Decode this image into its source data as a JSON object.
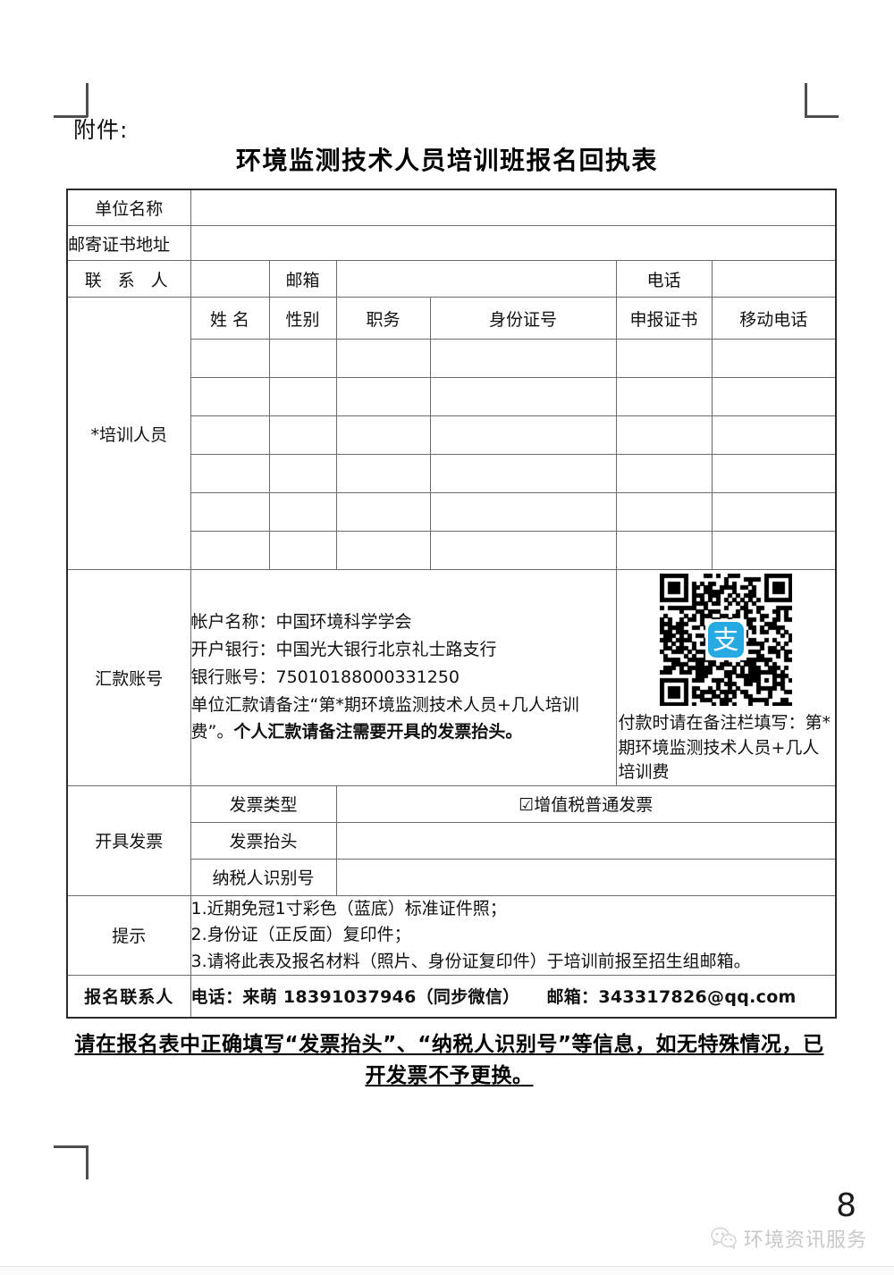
{
  "document": {
    "attachment_label": "附件:",
    "title": "环境监测技术人员培训班报名回执表"
  },
  "form": {
    "unit_name_label": "单位名称",
    "mail_address_label": "邮寄证书地址",
    "contact_label": "联 系 人",
    "email_label": "邮箱",
    "phone_label": "电话",
    "trainee_label": "*培训人员",
    "trainee_columns": [
      "姓 名",
      "性别",
      "职务",
      "身份证号",
      "申报证书",
      "移动电话"
    ],
    "trainee_rows": [
      [
        "",
        "",
        "",
        "",
        "",
        ""
      ],
      [
        "",
        "",
        "",
        "",
        "",
        ""
      ],
      [
        "",
        "",
        "",
        "",
        "",
        ""
      ],
      [
        "",
        "",
        "",
        "",
        "",
        ""
      ],
      [
        "",
        "",
        "",
        "",
        "",
        ""
      ],
      [
        "",
        "",
        "",
        "",
        "",
        ""
      ]
    ]
  },
  "remittance": {
    "label": "汇款账号",
    "account_name_line": "帐户名称：中国环境科学学会",
    "bank_line": "开户银行：中国光大银行北京礼士路支行",
    "account_number_line": "银行账号：75010188000331250",
    "note_normal": "单位汇款请备注“第*期环境监测技术人员+几人培训费”。",
    "note_bold": "个人汇款请备注需要开具的发票抬头。",
    "qr_logo_glyph": "支",
    "qr_logo_name": "alipay-logo",
    "qr_caption": "付款时请在备注栏填写：第*期环境监测技术人员+几人培训费",
    "accent_color": "#27a9e1"
  },
  "invoice": {
    "label": "开具发票",
    "rows": [
      {
        "label": "发票类型",
        "value": "☑增值税普通发票"
      },
      {
        "label": "发票抬头",
        "value": ""
      },
      {
        "label": "纳税人识别号",
        "value": ""
      }
    ]
  },
  "tips": {
    "label": "提示",
    "items": [
      "1.近期免冠1寸彩色（蓝底）标准证件照；",
      "2.身份证（正反面）复印件；",
      "3.请将此表及报名材料（照片、身份证复印件）于培训前报至招生组邮箱。"
    ]
  },
  "registration_contact": {
    "label": "报名联系人",
    "phone_text": "电话：来萌 18391037946（同步微信）",
    "email_text": "邮箱：343317826@qq.com"
  },
  "warning": {
    "line1": "请在报名表中正确填写“发票抬头”、“纳税人识别号”等信息，如无特殊情况，已",
    "line2": "开发票不予更换。"
  },
  "footer": {
    "page_number": "8",
    "watermark_text": "环境资讯服务",
    "watermark_icon": "wechat-icon"
  }
}
